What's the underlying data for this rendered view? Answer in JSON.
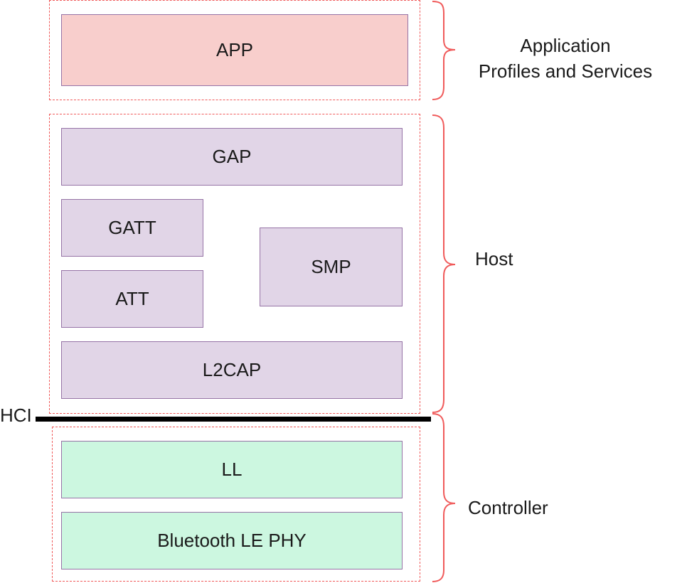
{
  "layers": {
    "application": {
      "boxes": {
        "app": "APP"
      },
      "label_line1": "Application",
      "label_line2": "Profiles and Services"
    },
    "host": {
      "boxes": {
        "gap": "GAP",
        "gatt": "GATT",
        "att": "ATT",
        "smp": "SMP",
        "l2cap": "L2CAP"
      },
      "label": "Host"
    },
    "interface": {
      "label": "HCI"
    },
    "controller": {
      "boxes": {
        "ll": "LL",
        "phy": "Bluetooth LE PHY"
      },
      "label": "Controller"
    }
  },
  "colors": {
    "group_border": "#f05a5a",
    "box_border": "#9673a6",
    "app_fill": "#f8cecc",
    "host_fill": "#e1d5e7",
    "controller_fill": "#ccf7e0",
    "hci_line": "#000000"
  }
}
